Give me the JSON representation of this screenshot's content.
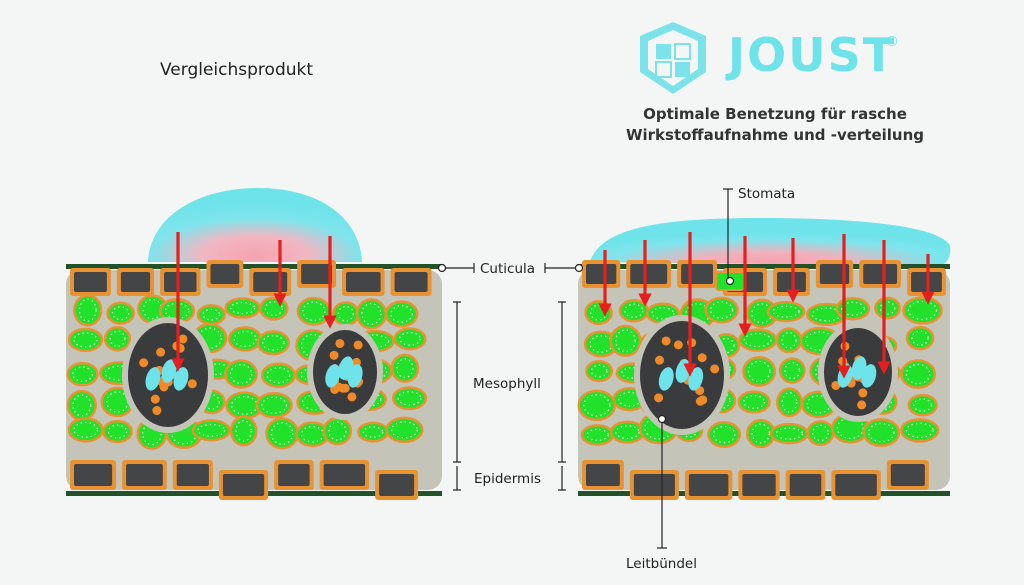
{
  "left_title": "Vergleichsprodukt",
  "brand": {
    "name": "JOUST",
    "registered": "®"
  },
  "tagline": {
    "line1": "Optimale Benetzung für rasche",
    "line2": "Wirkstoffaufnahme und -verteilung"
  },
  "labels": {
    "stomata": "Stomata",
    "cuticula": "Cuticula",
    "mesophyll": "Mesophyll",
    "epidermis": "Epidermis",
    "leitbuendel": "Leitbündel"
  },
  "colors": {
    "background": "#f4f5f5",
    "droplet": "#6fe3ea",
    "droplet_core": "#f4a4b0",
    "tissue": "#c5c4b8",
    "cell_green": "#22e12a",
    "cell_border": "#e89232",
    "epidermis_cell": "#444547",
    "cuticle": "#22522a",
    "bundle": "#3a3b3d",
    "bundle_orange": "#f08a28",
    "bundle_blue": "#6fe3ea",
    "arrow": "#e3201f",
    "brand": "#6fe3ea"
  }
}
